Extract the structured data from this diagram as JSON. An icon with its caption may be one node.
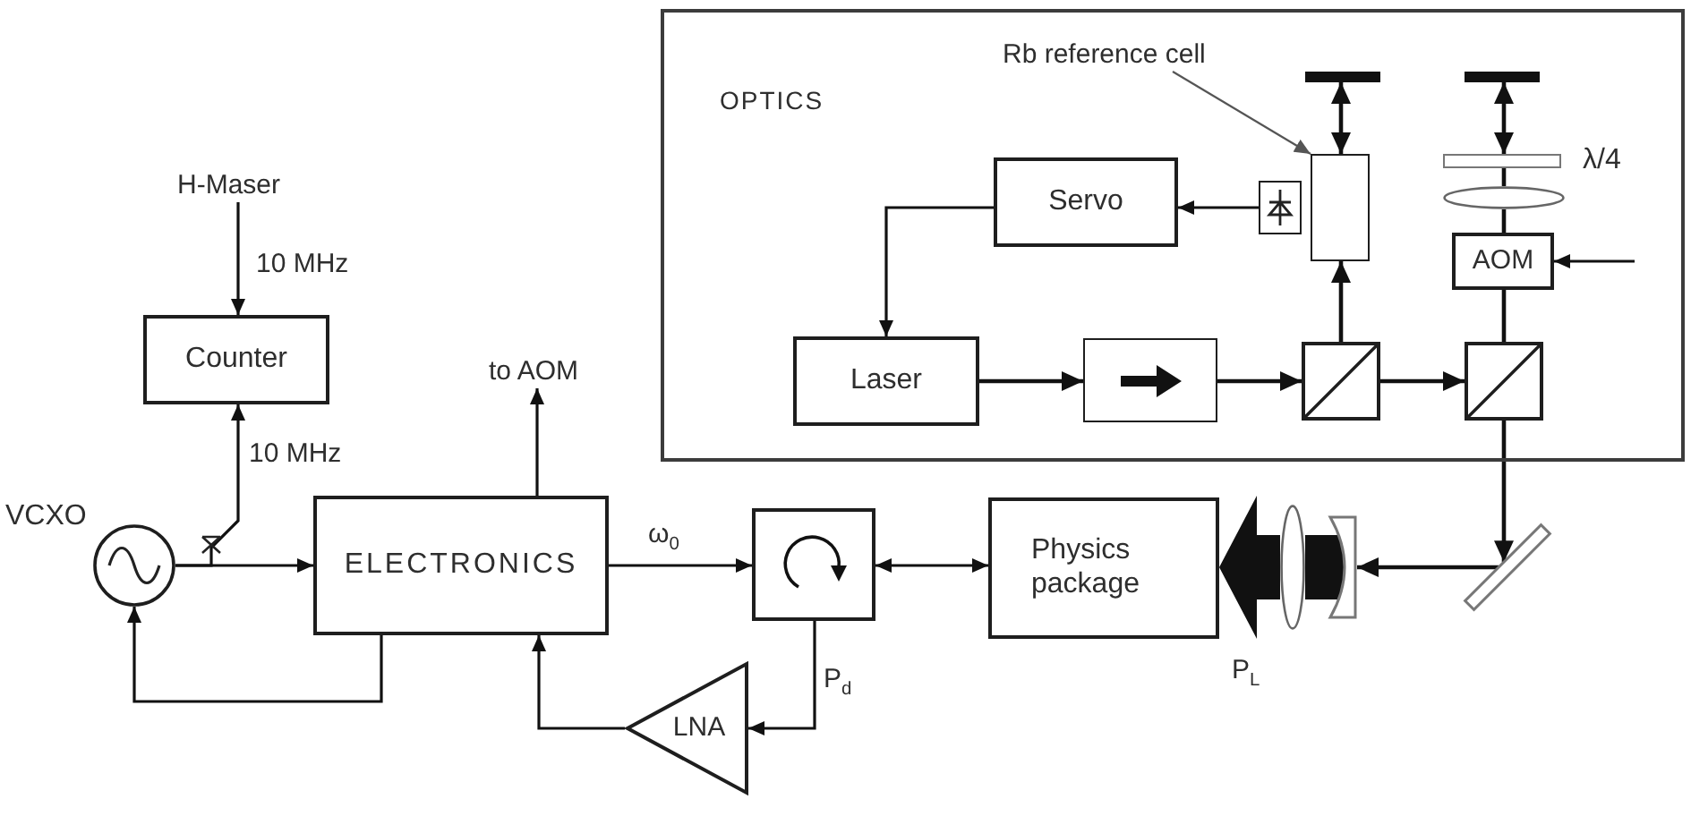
{
  "diagram": {
    "nodes": [
      {
        "text": [
          "OPTICS"
        ]
      },
      {
        "text": [
          "Rb reference cell"
        ],
        "in": 0
      },
      {
        "text": [],
        "shape": "mirror",
        "in": 0
      },
      {
        "text": [],
        "shape": "mirror",
        "in": 0
      },
      {
        "text": [],
        "shape": "plate",
        "beside": [
          "λ/4"
        ],
        "in": 0
      },
      {
        "text": [
          "Servo"
        ],
        "in": 0
      },
      {
        "text": [],
        "shape": "box",
        "in": 0
      },
      {
        "text": [],
        "shape": "box",
        "in": 0
      },
      {
        "text": [],
        "shape": "lens",
        "in": 0
      },
      {
        "text": [
          "AOM"
        ],
        "in": 0
      },
      {
        "text": [
          "Laser"
        ],
        "in": 0
      },
      {
        "text": [],
        "shape": "box",
        "in": 0
      },
      {
        "text": [],
        "shape": "box",
        "in": 0
      },
      {
        "text": [],
        "shape": "box",
        "in": 0
      },
      {
        "text": [
          "H-Maser"
        ]
      },
      {
        "text": [
          "Counter"
        ]
      },
      {
        "text": [
          "to AOM"
        ]
      },
      {
        "text": [],
        "shape": "circle",
        "beside": [
          "VCXO"
        ]
      },
      {
        "text": [
          "ELECTRONICS"
        ]
      },
      {
        "text": [],
        "shape": "box"
      },
      {
        "text": [
          "Physics package"
        ]
      },
      {
        "text": [],
        "shape": "lens"
      },
      {
        "text": [],
        "shape": "lens"
      },
      {
        "text": [],
        "shape": "mirror"
      },
      {
        "text": [
          "LNA"
        ]
      }
    ],
    "edges": [
      {
        "from": 1,
        "to": 7,
        "arrow": "to",
        "color": "#555555"
      },
      {
        "from": 2,
        "to": 7,
        "arrow": "both"
      },
      {
        "from": 4,
        "to": 3,
        "arrow": "both"
      },
      {
        "from": 8,
        "to": 4,
        "arrow": "none"
      },
      {
        "from": 9,
        "to": 8,
        "arrow": "none"
      },
      {
        "from": 6,
        "to": 5,
        "arrow": "to"
      },
      {
        "from": 5,
        "to": 10,
        "arrow": "to"
      },
      {
        "from": null,
        "to": 9,
        "arrow": "to"
      },
      {
        "from": 10,
        "to": 11,
        "arrow": "to"
      },
      {
        "from": 11,
        "to": 12,
        "arrow": "to"
      },
      {
        "from": 12,
        "to": 13,
        "arrow": "to"
      },
      {
        "from": 12,
        "to": 7,
        "arrow": "to"
      },
      {
        "from": 13,
        "to": 9,
        "arrow": "none"
      },
      {
        "from": 13,
        "to": 23,
        "arrow": "to"
      },
      {
        "from": 23,
        "to": 22,
        "arrow": "to"
      },
      {
        "from": 22,
        "to": 21,
        "arrow": "none",
        "style": "thick"
      },
      {
        "from": 21,
        "to": 20,
        "arrow": "to",
        "label": "P$_{L}$",
        "style": "thick"
      },
      {
        "from": 14,
        "to": 15,
        "arrow": "to",
        "label": "10 MHz"
      },
      {
        "from": 17,
        "to": 15,
        "arrow": "to",
        "label": "10 MHz"
      },
      {
        "from": 17,
        "to": 18,
        "arrow": "to"
      },
      {
        "from": 18,
        "to": 16,
        "arrow": "to"
      },
      {
        "from": 18,
        "to": 17,
        "arrow": "to"
      },
      {
        "from": 18,
        "to": 19,
        "arrow": "to",
        "label": "ω$_{0}$"
      },
      {
        "from": 19,
        "to": 20,
        "arrow": "both"
      },
      {
        "from": 19,
        "to": 24,
        "arrow": "to",
        "label": "P$_{d}$"
      },
      {
        "from": 24,
        "to": 18,
        "arrow": "to"
      }
    ]
  }
}
